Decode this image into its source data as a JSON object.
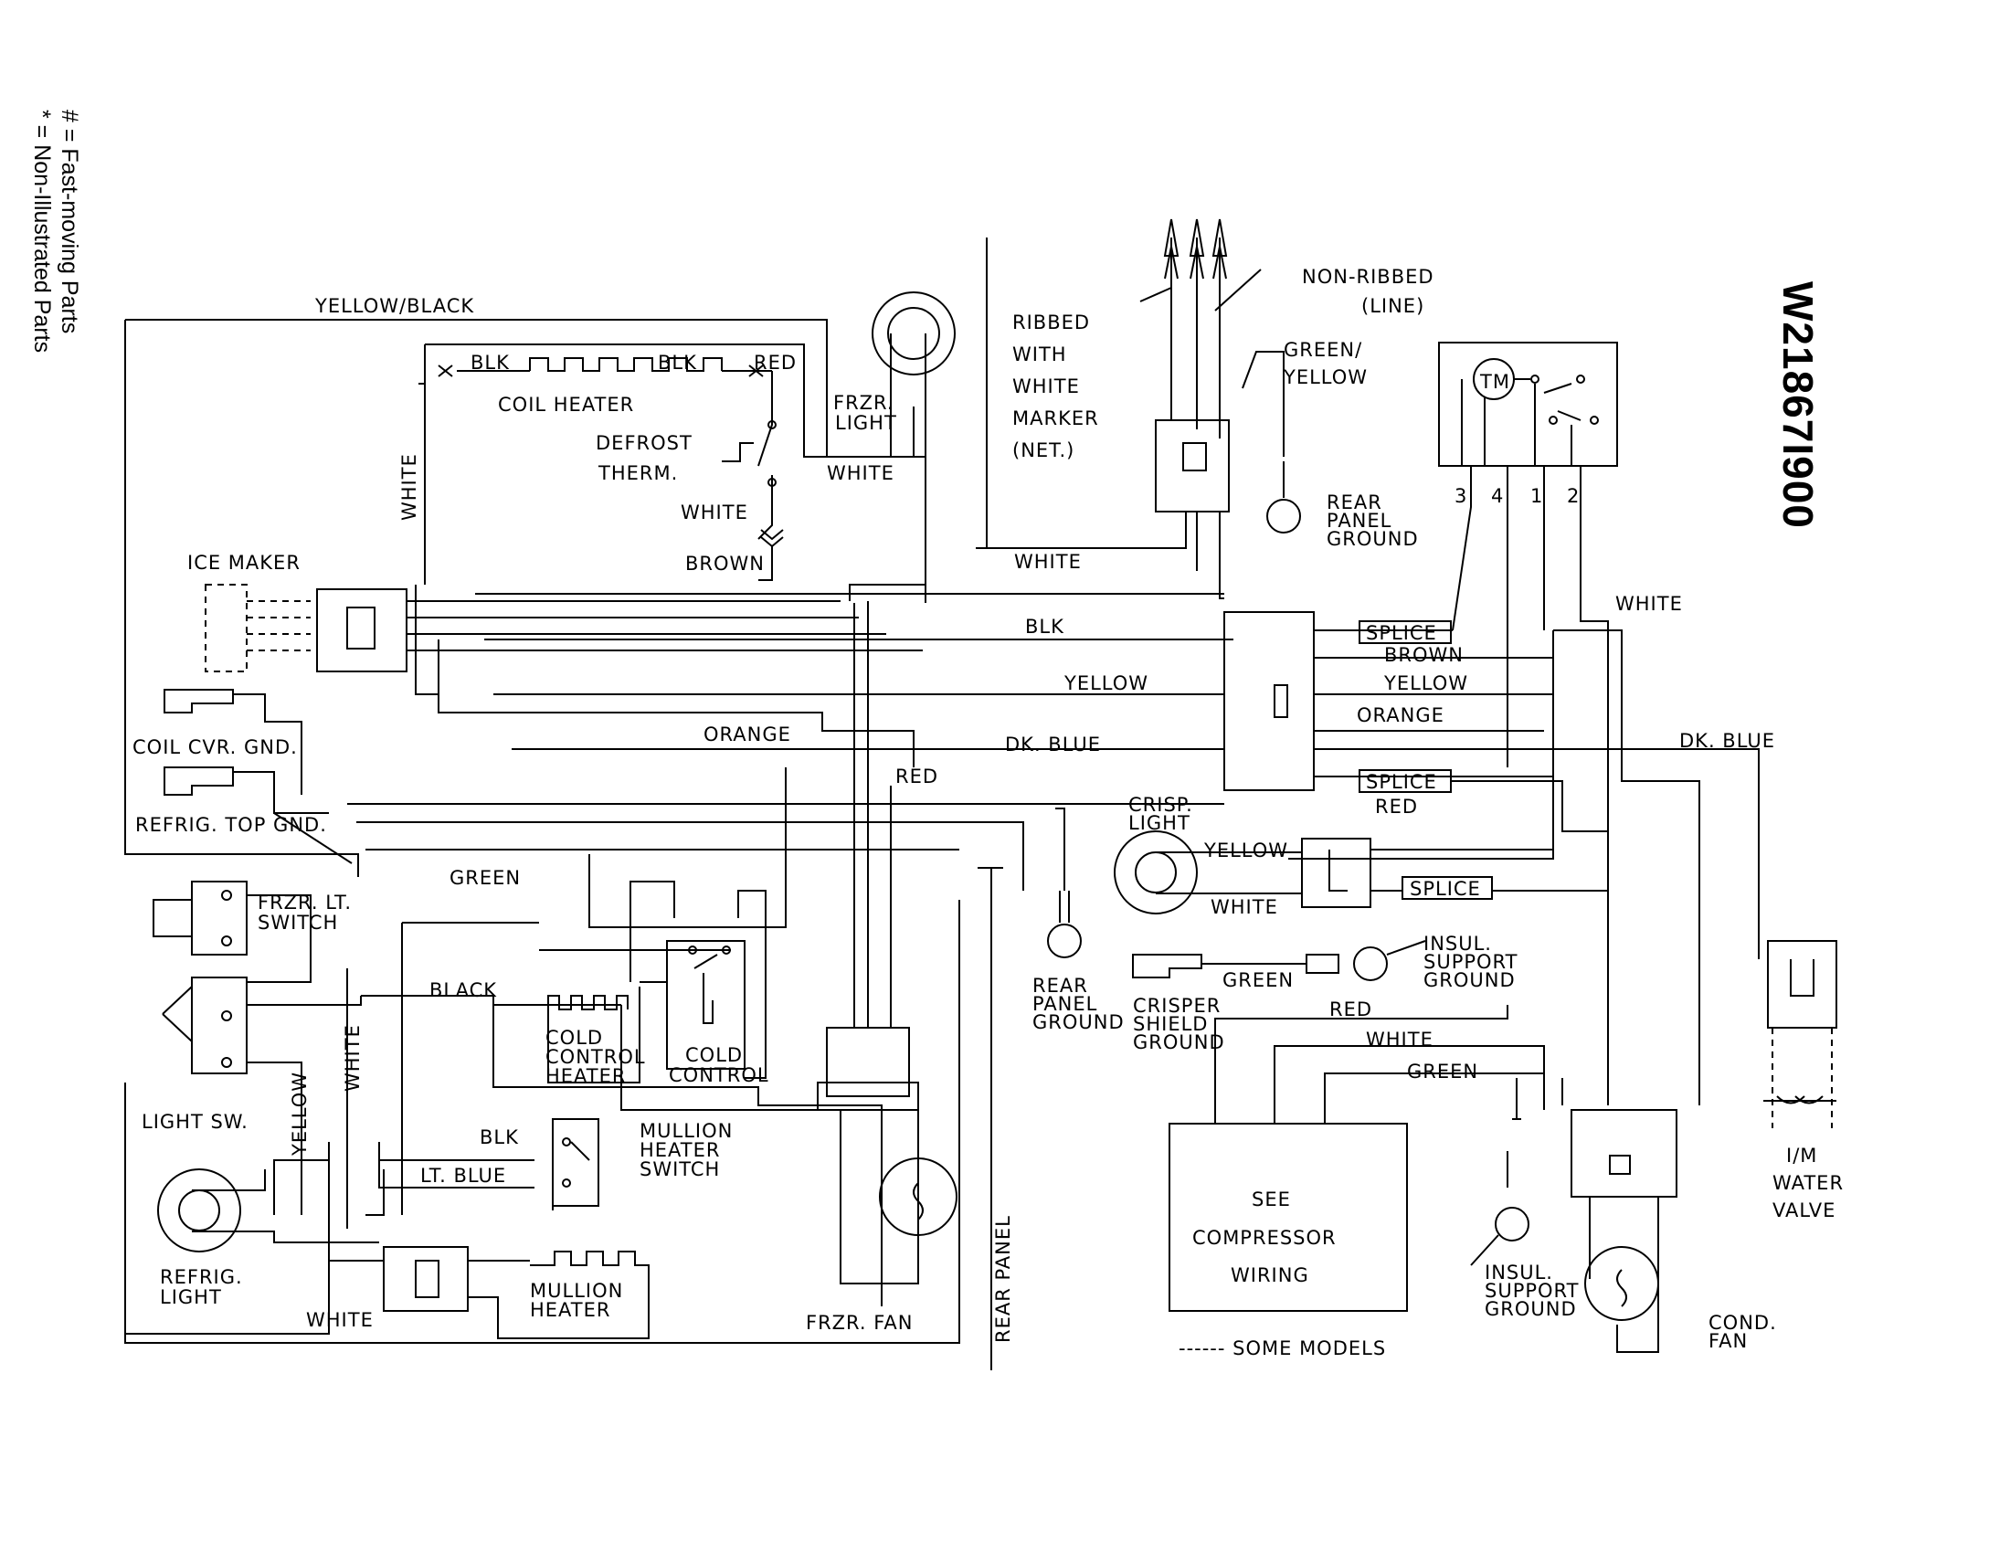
{
  "legend": {
    "fast_moving": "# = Fast-moving Parts",
    "non_illustrated": "* = Non-Illustrated Parts"
  },
  "part_number": "W21867I900",
  "labels": {
    "yellow_black": "YELLOW/BLACK",
    "blk_1": "BLK",
    "blk_2": "BLK",
    "red_top": "RED",
    "coil_heater": "COIL HEATER",
    "defrost": "DEFROST",
    "therm": "THERM.",
    "frzr_light_1": "FRZR.",
    "frzr_light_2": "LIGHT",
    "white_frzr": "WHITE",
    "white_left": "WHITE",
    "white_therm": "WHITE",
    "brown_therm": "BROWN",
    "ice_maker": "ICE MAKER",
    "coil_cvr_gnd": "COIL CVR. GND.",
    "refrig_top_gnd": "REFRIG. TOP GND.",
    "frzr_lt_1": "FRZR. LT.",
    "frzr_lt_2": "SWITCH",
    "light_sw": "LIGHT SW.",
    "yellow_vert": "YELLOW",
    "white_vert": "WHITE",
    "refrig_light_1": "REFRIG.",
    "refrig_light_2": "LIGHT",
    "white_bottom": "WHITE",
    "green_left": "GREEN",
    "black_left": "BLACK",
    "blk_mullion": "BLK",
    "lt_blue": "LT. BLUE",
    "orange_left": "ORANGE",
    "red_mid": "RED",
    "cold_ctrl_heater_1": "COLD",
    "cold_ctrl_heater_2": "CONTROL",
    "cold_ctrl_heater_3": "HEATER",
    "cold_control_1": "COLD",
    "cold_control_2": "CONTROL",
    "mullion_switch_1": "MULLION",
    "mullion_switch_2": "HEATER",
    "mullion_switch_3": "SWITCH",
    "mullion_heater_1": "MULLION",
    "mullion_heater_2": "HEATER",
    "frzr_fan": "FRZR. FAN",
    "rear_panel_vert": "REAR PANEL",
    "ribbed_1": "RIBBED",
    "ribbed_2": "WITH",
    "ribbed_3": "WHITE",
    "ribbed_4": "MARKER",
    "ribbed_5": "(NET.)",
    "non_ribbed_1": "NON-RIBBED",
    "non_ribbed_2": "(LINE)",
    "green_yellow_1": "GREEN/",
    "green_yellow_2": "YELLOW",
    "rear_panel_gnd_1": "REAR",
    "rear_panel_gnd_2": "PANEL",
    "rear_panel_gnd_3": "GROUND",
    "white_center": "WHITE",
    "blk_center": "BLK",
    "yellow_center": "YELLOW",
    "dk_blue_center": "DK. BLUE",
    "tm": "TM",
    "term_3": "3",
    "term_4": "4",
    "term_1": "1",
    "term_2": "2",
    "splice_1": "SPLICE",
    "brown_right": "BROWN",
    "yellow_right": "YELLOW",
    "orange_right": "ORANGE",
    "splice_2": "SPLICE",
    "red_right": "RED",
    "white_right": "WHITE",
    "dk_blue_right": "DK. BLUE",
    "crisp_light_1": "CRISP.",
    "crisp_light_2": "LIGHT",
    "yellow_crisp": "YELLOW",
    "white_crisp": "WHITE",
    "splice_3": "SPLICE",
    "rear_panel_gnd2_1": "REAR",
    "rear_panel_gnd2_2": "PANEL",
    "rear_panel_gnd2_3": "GROUND",
    "insul_1": "INSUL.",
    "insul_2": "SUPPORT",
    "insul_3": "GROUND",
    "green_crisper": "GREEN",
    "crisper_shield_1": "CRISPER",
    "crisper_shield_2": "SHIELD",
    "crisper_shield_3": "GROUND",
    "red_comp": "RED",
    "white_comp": "WHITE",
    "green_comp": "GREEN",
    "see": "SEE",
    "compressor": "COMPRESSOR",
    "wiring": "WIRING",
    "some_models": "------ SOME MODELS",
    "insul2_1": "INSUL.",
    "insul2_2": "SUPPORT",
    "insul2_3": "GROUND",
    "cond_fan_1": "COND.",
    "cond_fan_2": "FAN",
    "im_valve_1": "I/M",
    "im_valve_2": "WATER",
    "im_valve_3": "VALVE"
  }
}
